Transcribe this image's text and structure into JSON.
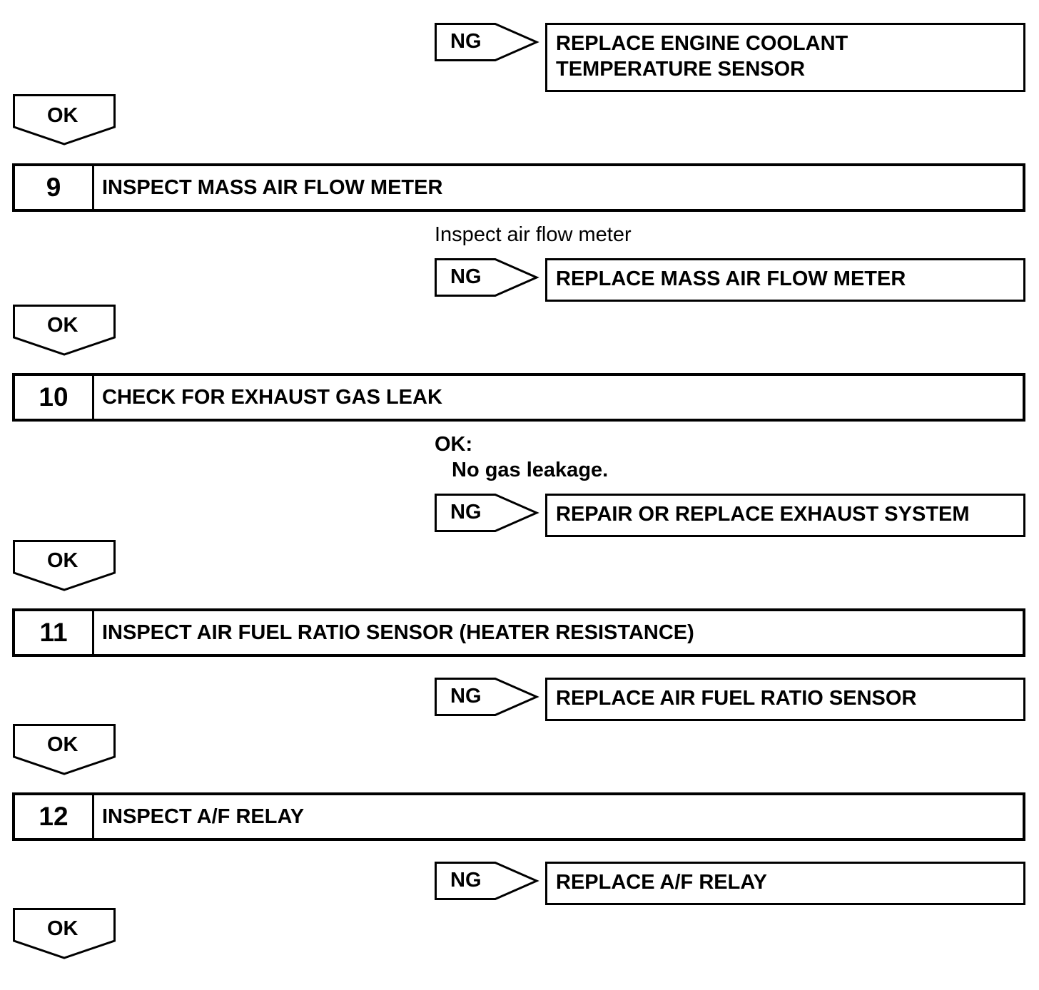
{
  "flow": {
    "ok_label": "OK",
    "ng_label": "NG",
    "ng_1": {
      "line1": "REPLACE ENGINE COOLANT",
      "line2": "TEMPERATURE SENSOR"
    },
    "step_9": {
      "number": "9",
      "title": "INSPECT MASS AIR FLOW METER",
      "note": "Inspect air flow meter",
      "ng_action": "REPLACE MASS AIR FLOW METER"
    },
    "step_10": {
      "number": "10",
      "title": "CHECK FOR EXHAUST GAS LEAK",
      "ok_heading": "OK:",
      "ok_detail": "No gas leakage.",
      "ng_action": "REPAIR OR REPLACE EXHAUST SYSTEM"
    },
    "step_11": {
      "number": "11",
      "title": "INSPECT AIR FUEL RATIO SENSOR (HEATER RESISTANCE)",
      "ng_action": "REPLACE AIR FUEL RATIO SENSOR"
    },
    "step_12": {
      "number": "12",
      "title": "INSPECT A/F RELAY",
      "ng_action": "REPLACE A/F RELAY"
    }
  }
}
